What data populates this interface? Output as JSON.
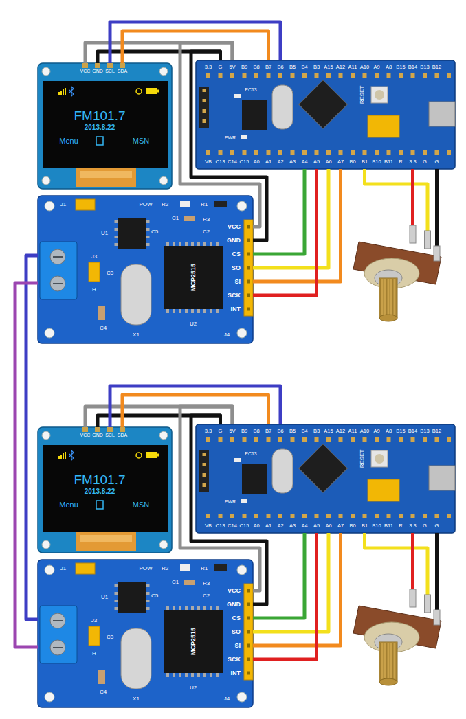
{
  "diagram": {
    "nodes": [
      {
        "text": [
          "VCC",
          "GND",
          "SCL",
          "SDA"
        ]
      },
      {
        "text": [
          "FM101.7",
          "2013.8.22",
          "Menu",
          "MSN"
        ],
        "in": 0
      },
      {
        "text": [
          "3.3",
          "G",
          "5V",
          "B9",
          "B8",
          "B7",
          "B6",
          "B5",
          "B4",
          "B3",
          "A15",
          "A12",
          "A11",
          "A10",
          "A9",
          "A8",
          "B15",
          "B14",
          "B13",
          "B12",
          "VB",
          "C13",
          "C14",
          "C15",
          "A0",
          "A1",
          "A2",
          "A3",
          "A4",
          "A5",
          "A6",
          "A7",
          "B0",
          "B1",
          "B10",
          "B11",
          "R",
          "3.3",
          "G",
          "G",
          "PC13",
          "PWR",
          "RESET"
        ]
      },
      {
        "text": [
          "J1",
          "POW",
          "R2",
          "R1",
          "C1",
          "C5",
          "U1",
          "R3",
          "C2",
          "J3",
          "C3",
          "H",
          "MCP2515",
          "C4",
          "X1",
          "U2",
          "J4",
          "VCC",
          "GND",
          "CS",
          "SO",
          "SI",
          "SCK",
          "INT"
        ]
      },
      {
        "text": [
          "VCC",
          "GND",
          "SCL",
          "SDA"
        ]
      },
      {
        "text": [
          "FM101.7",
          "2013.8.22",
          "Menu",
          "MSN"
        ],
        "in": 4
      },
      {
        "text": [
          "3.3",
          "G",
          "5V",
          "B9",
          "B8",
          "B7",
          "B6",
          "B5",
          "B4",
          "B3",
          "A15",
          "A12",
          "A11",
          "A10",
          "A9",
          "A8",
          "B15",
          "B14",
          "B13",
          "B12",
          "VB",
          "C13",
          "C14",
          "C15",
          "A0",
          "A1",
          "A2",
          "A3",
          "A4",
          "A5",
          "A6",
          "A7",
          "B0",
          "B1",
          "B10",
          "B11",
          "R",
          "3.3",
          "G",
          "G",
          "PC13",
          "PWR",
          "RESET"
        ]
      },
      {
        "text": [
          "J1",
          "POW",
          "R2",
          "R1",
          "C1",
          "C5",
          "U1",
          "R3",
          "C2",
          "J3",
          "C3",
          "H",
          "MCP2515",
          "C4",
          "X1",
          "U2",
          "J4",
          "VCC",
          "GND",
          "CS",
          "SO",
          "SI",
          "SCK",
          "INT"
        ]
      }
    ],
    "edges": [
      {
        "from": 0,
        "to": 2,
        "arrow": "none"
      },
      {
        "from": 0,
        "to": 2,
        "arrow": "none"
      },
      {
        "from": 0,
        "to": 2,
        "arrow": "none"
      },
      {
        "from": 0,
        "to": 2,
        "arrow": "none"
      },
      {
        "from": 3,
        "to": 2,
        "arrow": "none"
      },
      {
        "from": 3,
        "to": 2,
        "arrow": "none"
      },
      {
        "from": 3,
        "to": 2,
        "arrow": "none"
      },
      {
        "from": 3,
        "to": 2,
        "arrow": "none"
      },
      {
        "from": 3,
        "to": 2,
        "arrow": "none"
      },
      {
        "from": 3,
        "to": 2,
        "arrow": "none"
      },
      {
        "from": 4,
        "to": 6,
        "arrow": "none"
      },
      {
        "from": 4,
        "to": 6,
        "arrow": "none"
      },
      {
        "from": 4,
        "to": 6,
        "arrow": "none"
      },
      {
        "from": 4,
        "to": 6,
        "arrow": "none"
      },
      {
        "from": 7,
        "to": 6,
        "arrow": "none"
      },
      {
        "from": 7,
        "to": 6,
        "arrow": "none"
      },
      {
        "from": 7,
        "to": 6,
        "arrow": "none"
      },
      {
        "from": 7,
        "to": 6,
        "arrow": "none"
      },
      {
        "from": 7,
        "to": 6,
        "arrow": "none"
      },
      {
        "from": 7,
        "to": 6,
        "arrow": "none"
      },
      {
        "from": 3,
        "to": 7,
        "arrow": "none"
      },
      {
        "from": 3,
        "to": 7,
        "arrow": "none"
      }
    ]
  }
}
